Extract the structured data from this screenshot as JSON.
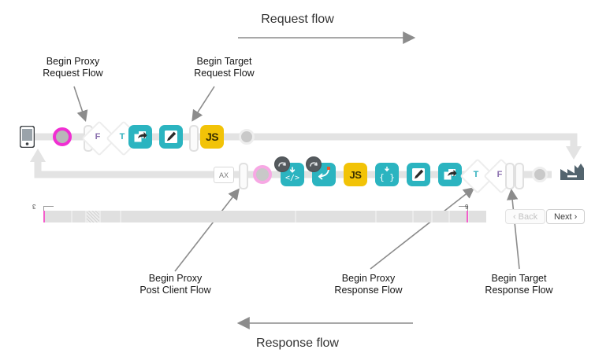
{
  "diagram": {
    "title_top": "Request flow",
    "title_bottom": "Response flow"
  },
  "annotations": [
    {
      "id": "begin-proxy-request-flow",
      "line1": "Begin Proxy",
      "line2": "Request Flow"
    },
    {
      "id": "begin-target-request-flow",
      "line1": "Begin Target",
      "line2": "Request Flow"
    },
    {
      "id": "begin-proxy-post-client-flow",
      "line1": "Begin Proxy",
      "line2": "Post Client Flow"
    },
    {
      "id": "begin-proxy-response-flow",
      "line1": "Begin Proxy",
      "line2": "Response Flow"
    },
    {
      "id": "begin-target-response-flow",
      "line1": "Begin Target",
      "line2": "Response Flow"
    }
  ],
  "request_row": {
    "label": "Request flow row",
    "nodes": [
      {
        "type": "client-device",
        "name": "client-phone-icon"
      },
      {
        "type": "breakpoint-dot",
        "name": "breakpoint-magenta"
      },
      {
        "type": "flow-bar",
        "name": "flow-boundary-bar"
      },
      {
        "type": "condition",
        "name": "condition-false",
        "text": "F"
      },
      {
        "type": "condition",
        "name": "condition-true",
        "text": "T"
      },
      {
        "type": "policy",
        "name": "policy-assign-message",
        "icon": "share-arrow-icon"
      },
      {
        "type": "policy",
        "name": "policy-edit",
        "icon": "pencil-icon"
      },
      {
        "type": "flow-bar",
        "name": "flow-boundary-bar"
      },
      {
        "type": "policy",
        "name": "policy-javascript",
        "text": "JS"
      },
      {
        "type": "endpoint-dot",
        "name": "endpoint-dot"
      },
      {
        "type": "target",
        "name": "target-server-icon"
      }
    ]
  },
  "response_row": {
    "label": "Response flow row",
    "nodes": [
      {
        "type": "analytics",
        "name": "analytics-box",
        "text": "AX"
      },
      {
        "type": "flow-bar",
        "name": "flow-boundary-bar"
      },
      {
        "type": "breakpoint-dot",
        "name": "breakpoint-pink"
      },
      {
        "type": "policy",
        "name": "policy-xml-to-json",
        "icon": "code-icon",
        "badge": "skip-step-icon"
      },
      {
        "type": "policy",
        "name": "policy-raise-fault",
        "icon": "return-arrow-icon",
        "badge": "skip-step-icon"
      },
      {
        "type": "policy",
        "name": "policy-javascript",
        "text": "JS"
      },
      {
        "type": "policy",
        "name": "policy-json-threat",
        "icon": "braces-icon"
      },
      {
        "type": "policy",
        "name": "policy-edit",
        "icon": "pencil-icon"
      },
      {
        "type": "policy",
        "name": "policy-assign-message",
        "icon": "share-arrow-icon"
      },
      {
        "type": "condition",
        "name": "condition-true",
        "text": "T"
      },
      {
        "type": "condition",
        "name": "condition-false",
        "text": "F"
      },
      {
        "type": "flow-bar",
        "name": "flow-boundary-bar"
      },
      {
        "type": "flow-bar",
        "name": "flow-boundary-bar"
      },
      {
        "type": "endpoint-dot",
        "name": "endpoint-dot"
      }
    ]
  },
  "timeline": {
    "name": "transaction-timeline",
    "left_tick": "3",
    "right_tick": "6",
    "cursor_position_pct": 1
  },
  "controls": {
    "back_label": "Back",
    "back_chevron": "‹",
    "next_label": "Next",
    "next_chevron": "›",
    "back_disabled": true
  },
  "colors": {
    "policy_teal": "#2bb4c0",
    "policy_yellow": "#f2c307",
    "breakpoint_magenta": "#f02fd2",
    "breakpoint_pink": "#f7a8e4",
    "rail_grey": "#e3e3e3",
    "annotation_arrow": "#8c8c8c",
    "target_dark": "#53646e"
  }
}
